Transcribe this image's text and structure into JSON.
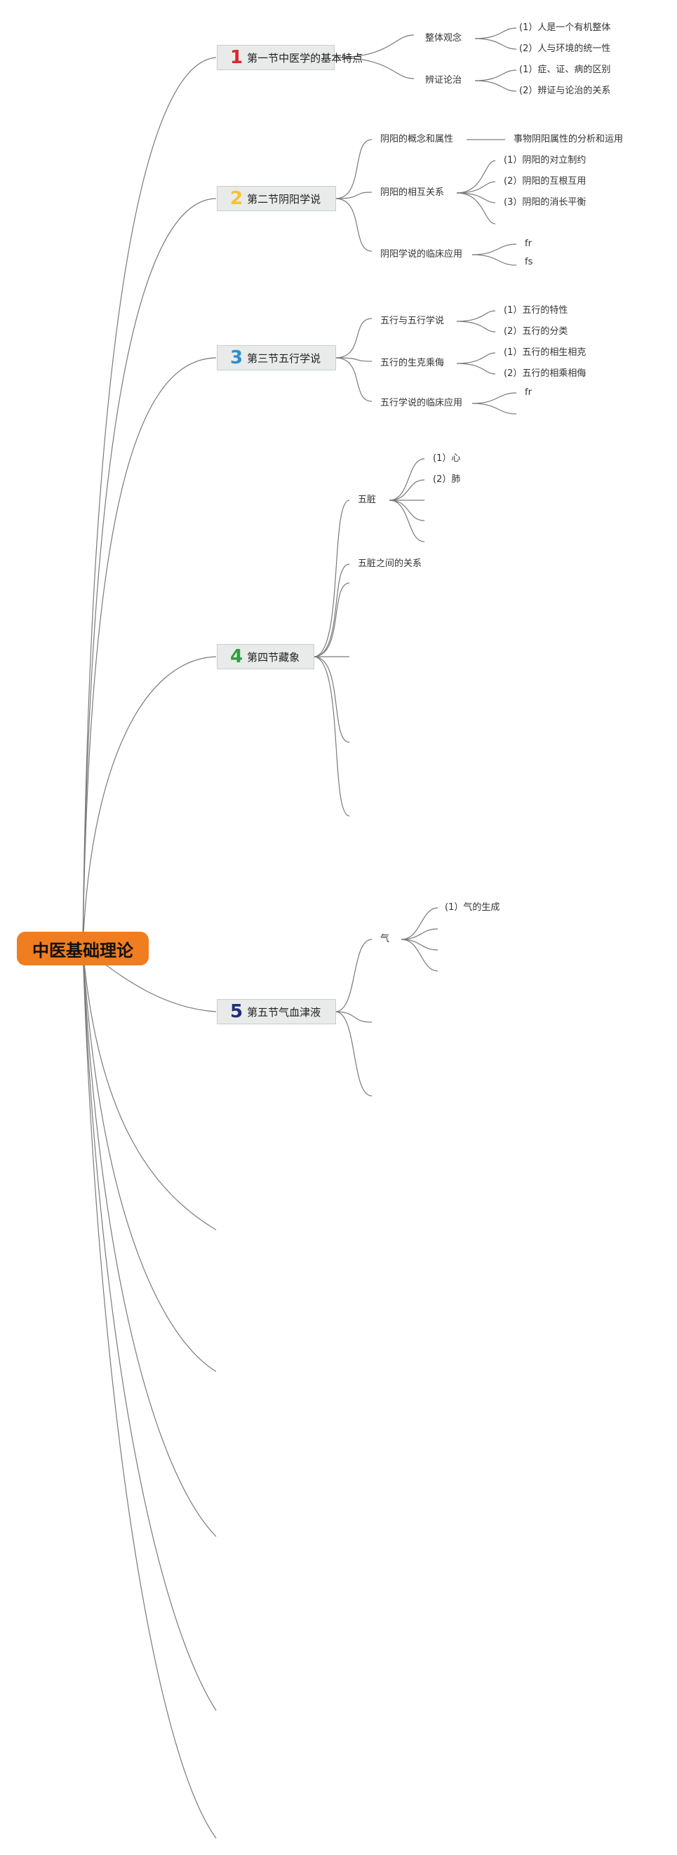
{
  "root": {
    "label": "中医基础理论",
    "color": "#f07d1f"
  },
  "sections": [
    {
      "num": "1",
      "num_color": "#d8272f",
      "label": "第一节中医学的基本特点"
    },
    {
      "num": "2",
      "num_color": "#f3c331",
      "label": "第二节阴阳学说"
    },
    {
      "num": "3",
      "num_color": "#2a8fd0",
      "label": "第三节五行学说"
    },
    {
      "num": "4",
      "num_color": "#2ca03c",
      "label": "第四节藏象"
    },
    {
      "num": "5",
      "num_color": "#1f2d7a",
      "label": "第五节气血津液"
    }
  ],
  "s1": {
    "a": "整体观念",
    "a1": "(1）人是一个有机整体",
    "a2": "(2）人与环境的统一性",
    "b": "辨证论治",
    "b1": "(1）症、证、病的区别",
    "b2": "(2）辨证与论治的关系"
  },
  "s2": {
    "a": "阴阳的概念和属性",
    "a1": "事物阴阳属性的分析和运用",
    "b": "阴阳的相互关系",
    "b1": "(1）阴阳的对立制约",
    "b2": "(2）阴阳的互根互用",
    "b3": "(3）阴阳的消长平衡",
    "c": "阴阳学说的临床应用",
    "c1": "fr",
    "c2": "fs"
  },
  "s3": {
    "a": "五行与五行学说",
    "a1": "(1）五行的特性",
    "a2": "(2）五行的分类",
    "b": "五行的生克乘侮",
    "b1": "(1）五行的相生相克",
    "b2": "(2）五行的相乘相侮",
    "c": "五行学说的临床应用",
    "c1": "fr"
  },
  "s4": {
    "a": "五脏",
    "a1": "(1）心",
    "a2": "(2）肺",
    "b": "五脏之间的关系"
  },
  "s5": {
    "a": "气",
    "a1": "(1）气的生成"
  }
}
